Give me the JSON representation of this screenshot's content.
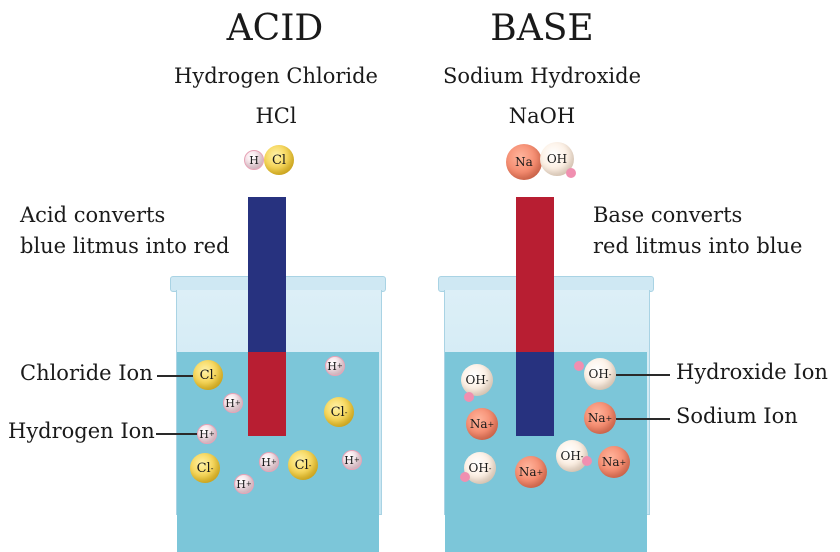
{
  "acid": {
    "title": "ACID",
    "name": "Hydrogen Chloride",
    "formula": "HCl",
    "molecule": {
      "h": "H",
      "cl": "Cl"
    },
    "description_line1": "Acid converts",
    "description_line2": "blue litmus into red",
    "labels": {
      "chloride_ion": "Chloride Ion",
      "hydrogen_ion": "Hydrogen Ion"
    },
    "ions": {
      "chloride": "Cl",
      "hydrogen": "H"
    },
    "ion_charges": {
      "chloride": "-",
      "hydrogen": "+"
    }
  },
  "base": {
    "title": "BASE",
    "name": "Sodium Hydroxide",
    "formula": "NaOH",
    "molecule": {
      "na": "Na",
      "oh": "OH"
    },
    "description_line1": "Base converts",
    "description_line2": "red litmus into blue",
    "labels": {
      "hydroxide_ion": "Hydroxide Ion",
      "sodium_ion": "Sodium Ion"
    },
    "ions": {
      "hydroxide": "OH",
      "sodium": "Na"
    },
    "ion_charges": {
      "hydroxide": "-",
      "sodium": "+"
    }
  },
  "colors": {
    "litmus_blue": "#27327f",
    "litmus_red": "#b81e32",
    "liquid": "#7cc6d9",
    "glass": "#d4ecf6"
  }
}
